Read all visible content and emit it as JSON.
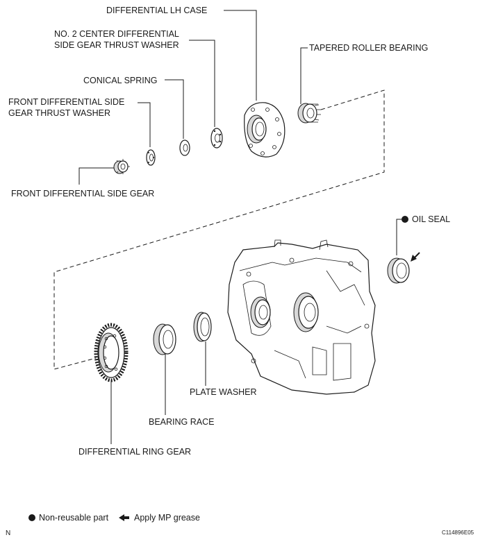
{
  "labels": {
    "differential_lh_case": "DIFFERENTIAL LH CASE",
    "no2_center_line1": "NO. 2 CENTER DIFFERENTIAL",
    "no2_center_line2": "SIDE GEAR THRUST WASHER",
    "tapered_roller_bearing": "TAPERED ROLLER BEARING",
    "conical_spring": "CONICAL SPRING",
    "front_thrust_line1": "FRONT DIFFERENTIAL SIDE",
    "front_thrust_line2": "GEAR THRUST WASHER",
    "front_side_gear": "FRONT DIFFERENTIAL SIDE GEAR",
    "oil_seal": "OIL SEAL",
    "plate_washer": "PLATE WASHER",
    "bearing_race": "BEARING RACE",
    "differential_ring_gear": "DIFFERENTIAL RING GEAR"
  },
  "legend": {
    "non_reusable": "Non-reusable part",
    "apply_grease": "Apply MP grease"
  },
  "footer": {
    "corner_letter": "N",
    "figure_code": "C114896E05"
  }
}
